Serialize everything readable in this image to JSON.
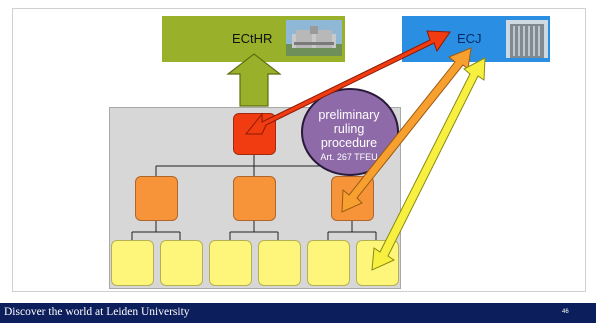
{
  "ecthr": {
    "label": "ECtHR"
  },
  "ecj": {
    "label": "ECJ"
  },
  "procedure": {
    "line1": "preliminary",
    "line2": "ruling",
    "line3": "procedure",
    "article": "Art. 267 TFEU"
  },
  "footer": {
    "text": "Discover the world at Leiden University",
    "page_number": "46"
  },
  "colors": {
    "ecthr_box": "#99b02a",
    "ecj_box": "#2a8fe3",
    "top_court": "#f03c10",
    "mid_court": "#f7943a",
    "low_court": "#fdf67a",
    "bubble": "#8e6aa8",
    "footer": "#0d1e5c"
  }
}
